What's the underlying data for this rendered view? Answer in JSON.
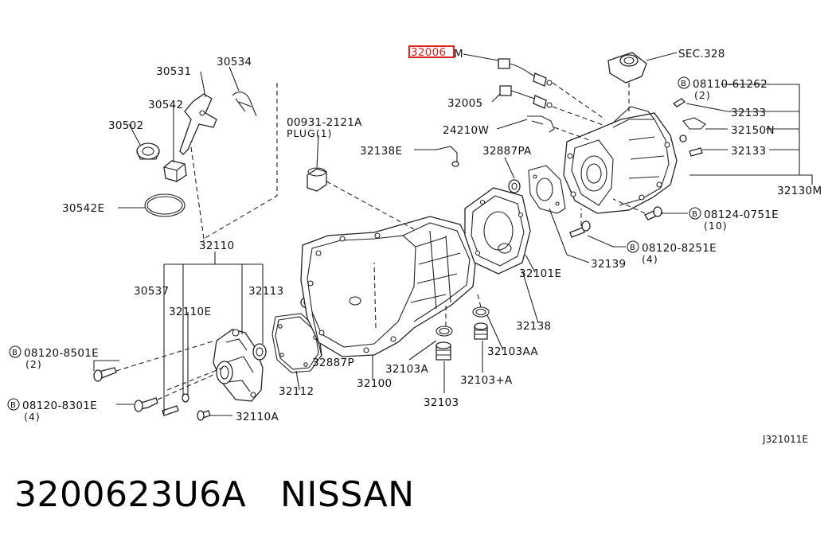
{
  "diagram": {
    "drawing_code": "J321011E",
    "highlighted_label": "32006",
    "labels": {
      "l30534": "30534",
      "l30531": "30531",
      "l30542": "30542",
      "l30502": "30502",
      "l30542E": "30542E",
      "l32110": "32110",
      "l30537": "30537",
      "l32110E": "32110E",
      "l32113": "32113",
      "l32112": "32112",
      "l32110A": "32110A",
      "l00931": "00931-2121A",
      "lPlug": "PLUG(1)",
      "l32138E": "32138E",
      "l32887PA": "32887PA",
      "l32887P": "32887P",
      "l32100": "32100",
      "l32103A": "32103A",
      "l32103": "32103",
      "l32103pA": "32103+A",
      "l32103AA": "32103AA",
      "l32138": "32138",
      "l32101E": "32101E",
      "l32139": "32139",
      "l32006M": "M",
      "l32005": "32005",
      "l24210W": "24210W",
      "lSEC": "SEC.328",
      "l08110": "08110-61262",
      "l08110q": "(2)",
      "l32133a": "32133",
      "l32150N": "32150N",
      "l32133b": "32133",
      "l32130M": "32130M",
      "l08124": "08124-0751E",
      "l08124q": "(10)",
      "l08120b": "08120-8251E",
      "l08120bq": "(4)",
      "l08120a": "08120-8501E",
      "l08120aq": "(2)",
      "l08120c": "08120-8301E",
      "l08120cq": "(4)",
      "bolt_symbol": "B"
    }
  },
  "footer": {
    "part_number": "3200623U6A",
    "brand": "NISSAN"
  },
  "colors": {
    "highlight": "#e0201b",
    "ink": "#222222"
  }
}
